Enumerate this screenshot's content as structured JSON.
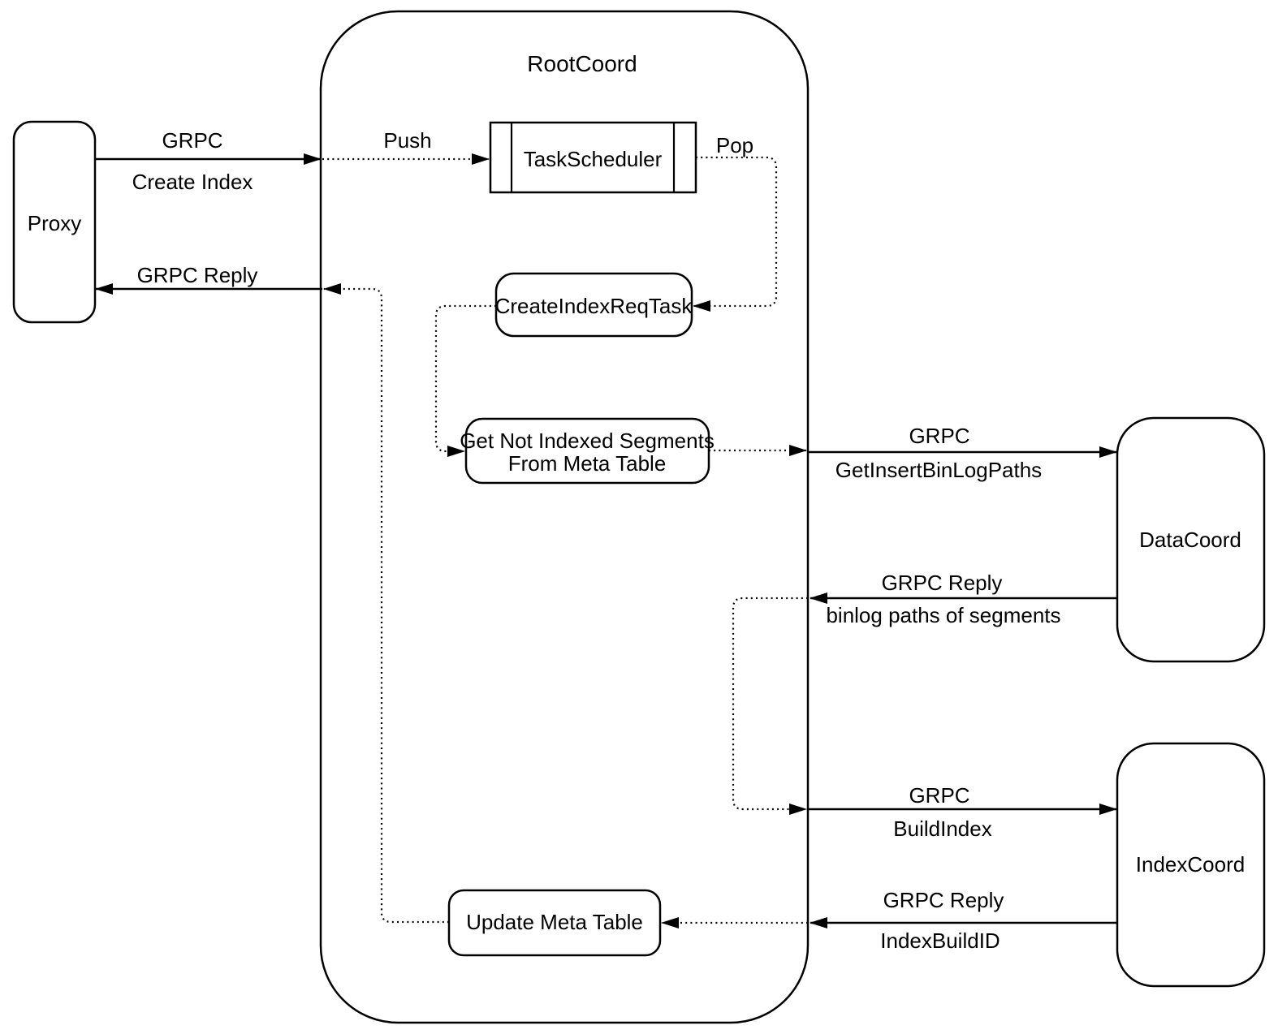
{
  "diagram": {
    "colors": {
      "line": "#000000",
      "background": "#ffffff",
      "text": "#000000"
    },
    "nodes": {
      "proxy": {
        "label": "Proxy"
      },
      "rootcoord": {
        "label": "RootCoord"
      },
      "task_scheduler": {
        "label": "TaskScheduler"
      },
      "create_index_req_task": {
        "label": "CreateIndexReqTask"
      },
      "get_not_indexed_segments": {
        "label_line1": "Get Not Indexed Segments",
        "label_line2": "From Meta Table"
      },
      "update_meta_table": {
        "label": "Update Meta Table"
      },
      "datacoord": {
        "label": "DataCoord"
      },
      "indexcoord": {
        "label": "IndexCoord"
      }
    },
    "edges": {
      "grpc_create_index": {
        "label_line1": "GRPC",
        "label_line2": "Create Index",
        "from": "Proxy",
        "to": "RootCoord",
        "style": "solid"
      },
      "grpc_reply_to_proxy": {
        "label": "GRPC Reply",
        "from": "RootCoord",
        "to": "Proxy",
        "style": "solid"
      },
      "push": {
        "label": "Push",
        "from": "RootCoord",
        "to": "TaskScheduler",
        "style": "dotted"
      },
      "pop": {
        "label": "Pop",
        "from": "TaskScheduler",
        "to": "CreateIndexReqTask",
        "style": "dotted"
      },
      "task_to_get_segments": {
        "from": "CreateIndexReqTask",
        "to": "Get Not Indexed Segments From Meta Table",
        "style": "dotted"
      },
      "grpc_get_insert_binlog_paths": {
        "label_line1": "GRPC",
        "label_line2": "GetInsertBinLogPaths",
        "from": "RootCoord",
        "to": "DataCoord",
        "style": "solid"
      },
      "grpc_reply_binlog_paths": {
        "label_line1": "GRPC Reply",
        "label_line2": "binlog paths of segments",
        "from": "DataCoord",
        "to": "RootCoord",
        "style": "solid"
      },
      "grpc_build_index": {
        "label_line1": "GRPC",
        "label_line2": "BuildIndex",
        "from": "RootCoord",
        "to": "IndexCoord",
        "style": "solid"
      },
      "grpc_reply_index_build_id": {
        "label_line1": "GRPC Reply",
        "label_line2": "IndexBuildID",
        "from": "IndexCoord",
        "to": "Update Meta Table",
        "style": "solid"
      },
      "update_meta_to_reply": {
        "from": "Update Meta Table",
        "to": "RootCoord",
        "style": "dotted"
      }
    }
  }
}
